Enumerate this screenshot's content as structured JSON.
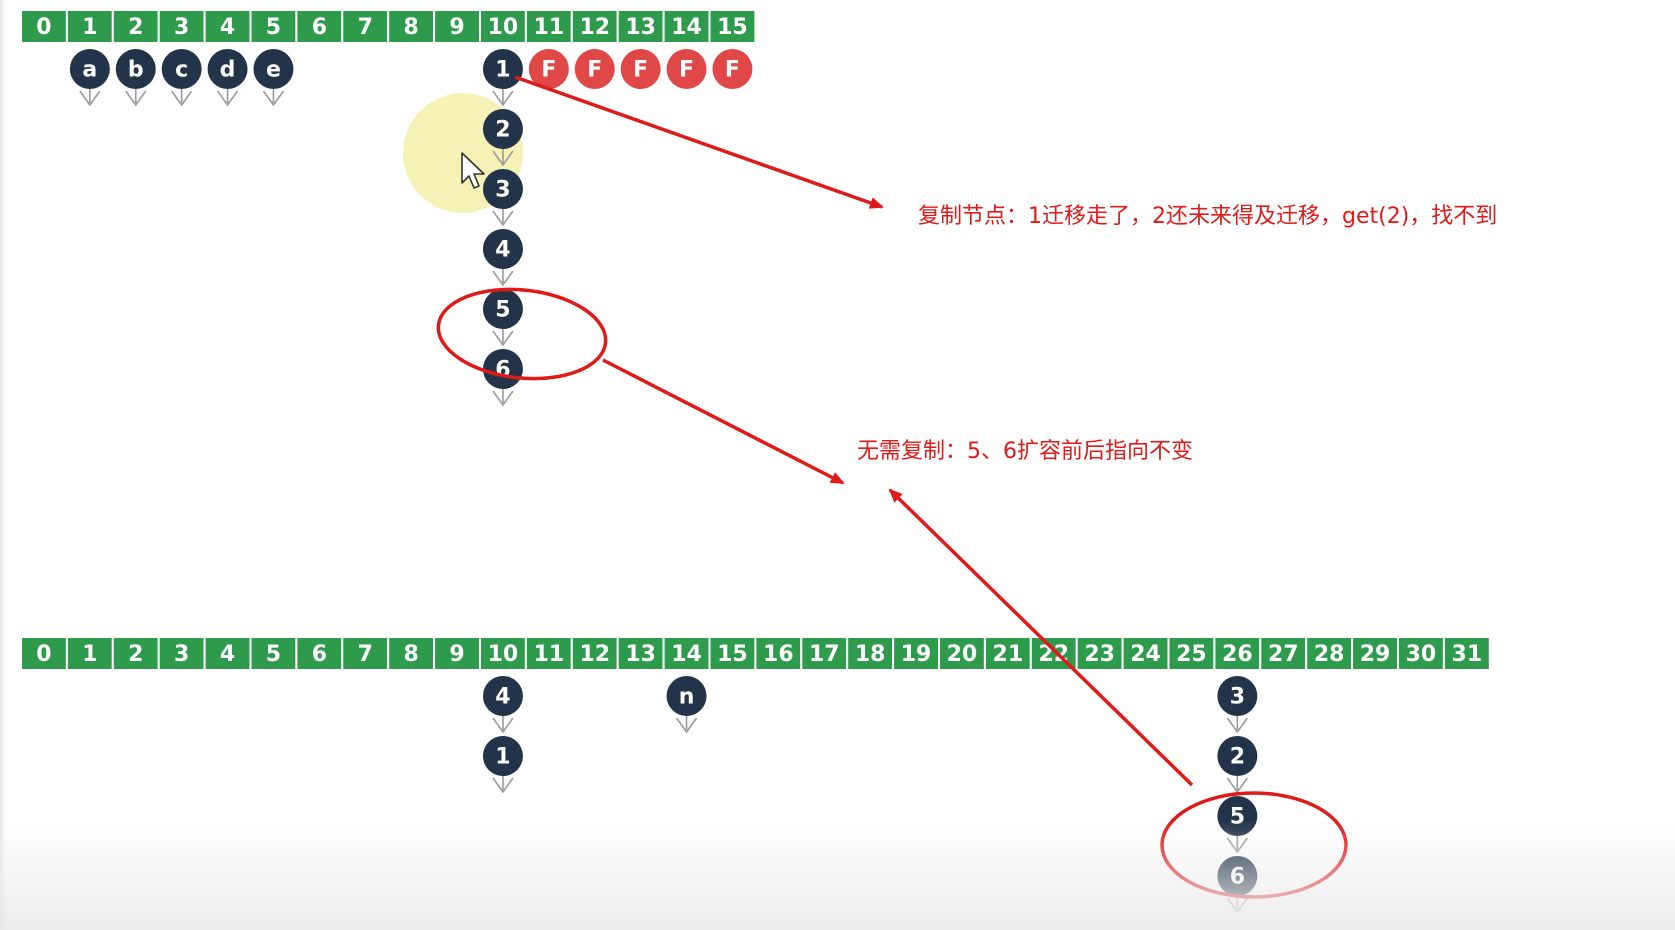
{
  "colors": {
    "cell": "#2e9a4c",
    "node": "#23344a",
    "forwarding_node": "#e04848",
    "annotation": "#e01919",
    "highlight": "#f3f0a8",
    "pointer": "#9a9a9a"
  },
  "old_table": {
    "indices": [
      "0",
      "1",
      "2",
      "3",
      "4",
      "5",
      "6",
      "7",
      "8",
      "9",
      "10",
      "11",
      "12",
      "13",
      "14",
      "15"
    ],
    "forwarding_nodes": [
      {
        "bucket": 11,
        "label": "F"
      },
      {
        "bucket": 12,
        "label": "F"
      },
      {
        "bucket": 13,
        "label": "F"
      },
      {
        "bucket": 14,
        "label": "F"
      },
      {
        "bucket": 15,
        "label": "F"
      }
    ],
    "chains": [
      {
        "bucket": 1,
        "nodes": [
          "a"
        ]
      },
      {
        "bucket": 2,
        "nodes": [
          "b"
        ]
      },
      {
        "bucket": 3,
        "nodes": [
          "c"
        ]
      },
      {
        "bucket": 4,
        "nodes": [
          "d"
        ]
      },
      {
        "bucket": 5,
        "nodes": [
          "e"
        ]
      },
      {
        "bucket": 10,
        "nodes": [
          "1",
          "2",
          "3",
          "4",
          "5",
          "6"
        ]
      }
    ]
  },
  "new_table": {
    "indices": [
      "0",
      "1",
      "2",
      "3",
      "4",
      "5",
      "6",
      "7",
      "8",
      "9",
      "10",
      "11",
      "12",
      "13",
      "14",
      "15",
      "16",
      "17",
      "18",
      "19",
      "20",
      "21",
      "22",
      "23",
      "24",
      "25",
      "26",
      "27",
      "28",
      "29",
      "30",
      "31"
    ],
    "chains": [
      {
        "bucket": 10,
        "nodes": [
          "4",
          "1"
        ]
      },
      {
        "bucket": 14,
        "nodes": [
          "n"
        ]
      },
      {
        "bucket": 26,
        "nodes": [
          "3",
          "2",
          "5",
          "6"
        ]
      }
    ]
  },
  "annotations": {
    "copy_note": "复制节点：1迁移走了，2还未来得及迁移，get(2)，找不到",
    "reuse_note": "无需复制：5、6扩容前后指向不变"
  },
  "cursor": "mouse-pointer-icon"
}
